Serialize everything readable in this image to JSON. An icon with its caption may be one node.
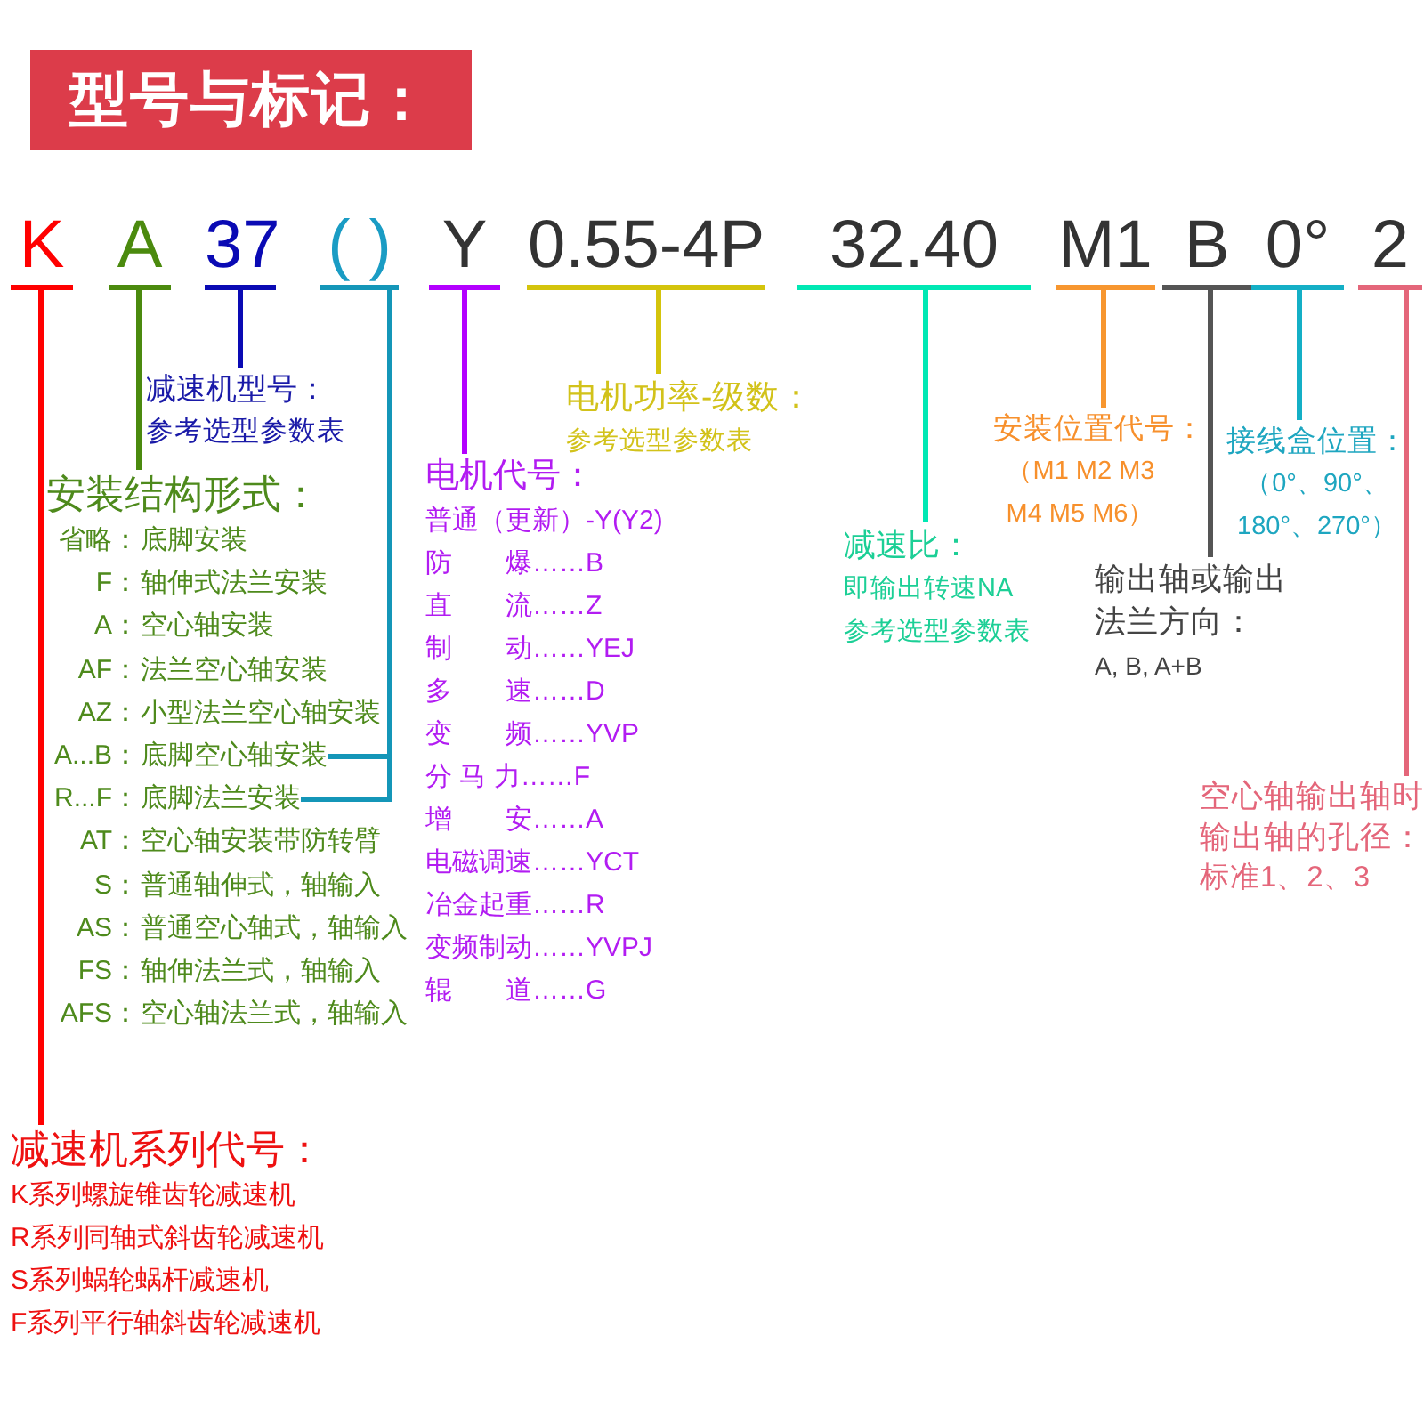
{
  "diagram": {
    "title": "型号与标记：",
    "nodes": [
      {
        "text": [
          "K"
        ]
      },
      {
        "text": [
          "A"
        ]
      },
      {
        "text": [
          "37"
        ]
      },
      {
        "text": [
          "( )"
        ]
      },
      {
        "text": [
          "Y"
        ]
      },
      {
        "text": [
          "0.55-4P"
        ]
      },
      {
        "text": [
          "32.40"
        ]
      },
      {
        "text": [
          "M1"
        ]
      },
      {
        "text": [
          "B"
        ]
      },
      {
        "text": [
          "0°"
        ]
      },
      {
        "text": [
          "2"
        ]
      },
      {
        "text": [
          "减速机型号：",
          "参考选型参数表"
        ]
      },
      {
        "text": [
          "电机功率-级数：",
          "参考选型参数表"
        ]
      },
      {
        "text": [
          "安装位置代号：",
          "（M1 M2 M3 M4 M5 M6）"
        ]
      },
      {
        "text": [
          "接线盒位置：",
          "（0°、90°、180°、270°）"
        ]
      },
      {
        "text": [
          "安装结构形式："
        ]
      },
      {
        "text": [
          "省略：",
          "底脚安装"
        ]
      },
      {
        "text": [
          "F：",
          "轴伸式法兰安装"
        ]
      },
      {
        "text": [
          "A：",
          "空心轴安装"
        ]
      },
      {
        "text": [
          "AF：",
          "法兰空心轴安装"
        ]
      },
      {
        "text": [
          "AZ：",
          "小型法兰空心轴安装"
        ]
      },
      {
        "text": [
          "A...B：",
          "底脚空心轴安装"
        ]
      },
      {
        "text": [
          "R...F：",
          "底脚法兰安装"
        ]
      },
      {
        "text": [
          "AT：",
          "空心轴安装带防转臂"
        ]
      },
      {
        "text": [
          "S：",
          "普通轴伸式，轴输入"
        ]
      },
      {
        "text": [
          "AS：",
          "普通空心轴式，轴输入"
        ]
      },
      {
        "text": [
          "FS：",
          "轴伸法兰式，轴输入"
        ]
      },
      {
        "text": [
          "AFS：",
          "空心轴法兰式，轴输入"
        ]
      },
      {
        "text": [
          "电机代号：",
          "普通（更新）-Y(Y2)",
          "防　　爆……B",
          "直　　流……Z",
          "制　　动……YEJ",
          "多　　速……D",
          "变　　频……YVP",
          "分 马 力……F",
          "增　　安……A",
          "电磁调速……YCT",
          "冶金起重……R",
          "变频制动……YVPJ",
          "辊　　道……G"
        ]
      },
      {
        "text": [
          "减速比：",
          "即输出转速NA",
          "参考选型参数表"
        ]
      },
      {
        "text": [
          "输出轴或输出法兰方向：",
          "A, B, A+B"
        ]
      },
      {
        "text": [
          "空心轴输出轴时输出轴的孔径：",
          "标准1、2、3"
        ]
      },
      {
        "text": [
          "减速机系列代号：",
          "K系列螺旋锥齿轮减速机",
          "R系列同轴式斜齿轮减速机",
          "S系列蜗轮蜗杆减速机",
          "F系列平行轴斜齿轮减速机"
        ]
      }
    ],
    "edges": [
      {
        "from": 0,
        "to": 32,
        "arrow": "none",
        "color": "#ff0000"
      },
      {
        "from": 1,
        "to": 15,
        "arrow": "none",
        "color": "#4b8a0e"
      },
      {
        "from": 2,
        "to": 11,
        "arrow": "none",
        "color": "#0a0ab4"
      },
      {
        "from": 3,
        "to": 21,
        "arrow": "none",
        "color": "#1496b8"
      },
      {
        "from": 3,
        "to": 22,
        "arrow": "none",
        "color": "#1496b8"
      },
      {
        "from": 4,
        "to": 28,
        "arrow": "none",
        "color": "#b400ff"
      },
      {
        "from": 5,
        "to": 12,
        "arrow": "none",
        "color": "#d4c40c"
      },
      {
        "from": 6,
        "to": 29,
        "arrow": "none",
        "color": "#00e8b4"
      },
      {
        "from": 7,
        "to": 13,
        "arrow": "none",
        "color": "#f7962f"
      },
      {
        "from": 8,
        "to": 30,
        "arrow": "none",
        "color": "#555555"
      },
      {
        "from": 9,
        "to": 14,
        "arrow": "none",
        "color": "#14afc6"
      },
      {
        "from": 10,
        "to": 31,
        "arrow": "none",
        "color": "#e4667a"
      }
    ]
  }
}
